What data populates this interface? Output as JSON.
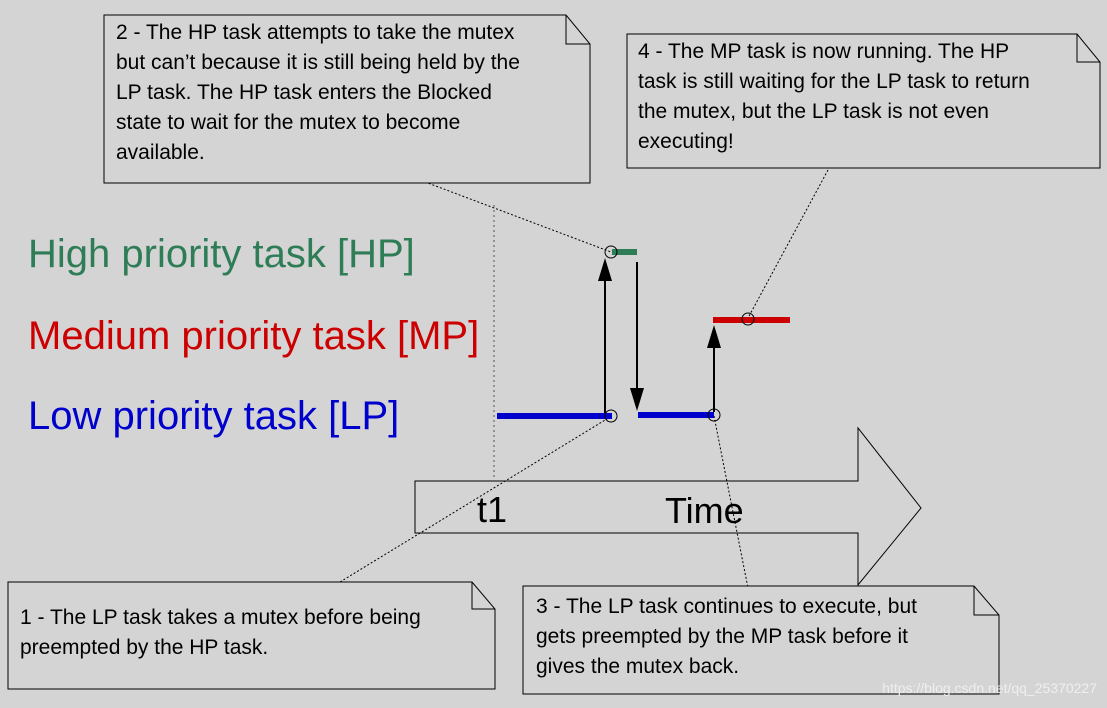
{
  "labels": {
    "hp": "High priority task [HP]",
    "mp": "Medium priority task [MP]",
    "lp": "Low priority task [LP]"
  },
  "axis": {
    "t1": "t1",
    "time": "Time"
  },
  "notes": [
    {
      "number": 1,
      "lines": [
        "1 - The LP task takes a mutex before being",
        "preempted by the HP task."
      ]
    },
    {
      "number": 2,
      "lines": [
        "2 - The HP task attempts to take the mutex",
        "but can’t because it is still being held by the",
        "LP task.  The HP task enters the Blocked",
        "state to wait for the mutex to become",
        "available."
      ]
    },
    {
      "number": 3,
      "lines": [
        "3 - The LP task continues to execute, but",
        "gets preempted by the MP task before it",
        "gives the mutex back."
      ]
    },
    {
      "number": 4,
      "lines": [
        "4 - The MP task is now running.  The HP",
        "task is still waiting for the LP task to return",
        "the mutex, but the LP task is not even",
        "executing!"
      ]
    }
  ],
  "watermark": "https://blog.csdn.net/qq_25370227",
  "colors": {
    "background": "#d4d4d4",
    "hp": "#2e7d57",
    "mp": "#cc0000",
    "lp": "#0000cc"
  }
}
